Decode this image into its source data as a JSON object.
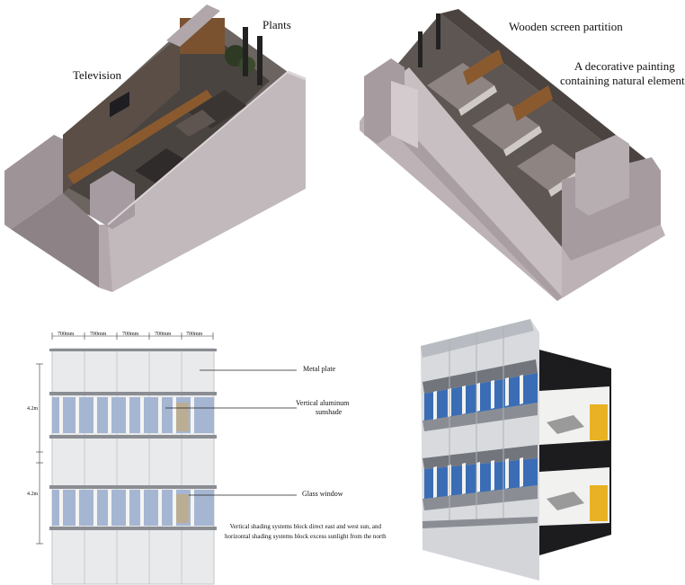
{
  "labels": {
    "television": "Television",
    "plants": "Plants",
    "wooden_screen": "Wooden screen partition",
    "painting_line1": "A decorative painting",
    "painting_line2": "containing natural elements",
    "metal_plate": "Metal plate",
    "sunshade_line1": "Vertical aluminum",
    "sunshade_line2": "sunshade",
    "glass_window": "Glass window",
    "note_line1": "Vertical shading systems block direct east and west sun, and",
    "note_line2": "horizontal shading systems block excess sunlight from the north"
  },
  "dimensions": {
    "widths": [
      "700mm",
      "700mm",
      "700mm",
      "700mm",
      "700mm"
    ],
    "heights": [
      "4.2m",
      "4.2m"
    ]
  }
}
